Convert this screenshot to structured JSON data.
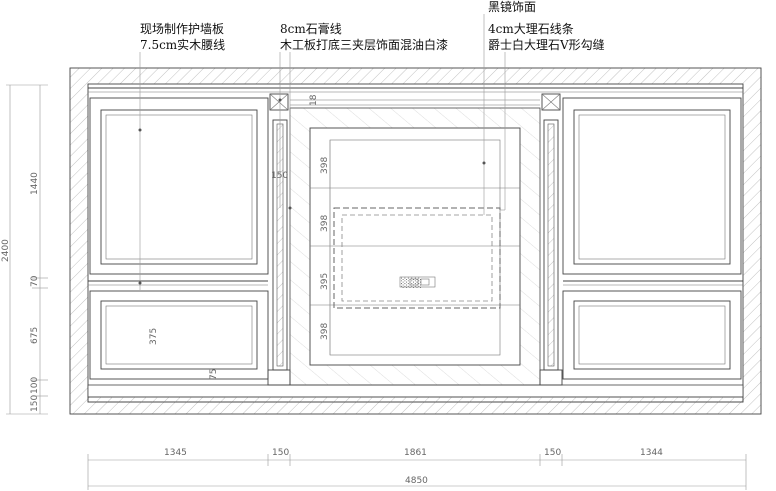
{
  "annotations": {
    "a1": "现场制作护墙板",
    "a2": "7.5cm实木腰线",
    "b1": "8cm石膏线",
    "b2": "木工板打底三夹层饰面混油白漆",
    "c1": "黑镜饰面",
    "c2": "4cm大理石线条",
    "c3": "爵士白大理石V形勾缝"
  },
  "dimensions": {
    "bottom": [
      "1345",
      "150",
      "1861",
      "150",
      "1344"
    ],
    "total": "4850",
    "left": [
      "1440",
      "70",
      "675",
      "100",
      "150"
    ],
    "left_total": "2400",
    "center_vertical": [
      "398",
      "398",
      "395",
      "398"
    ],
    "small": [
      "150",
      "375",
      "75",
      "18"
    ]
  },
  "tv_text": "░░░"
}
